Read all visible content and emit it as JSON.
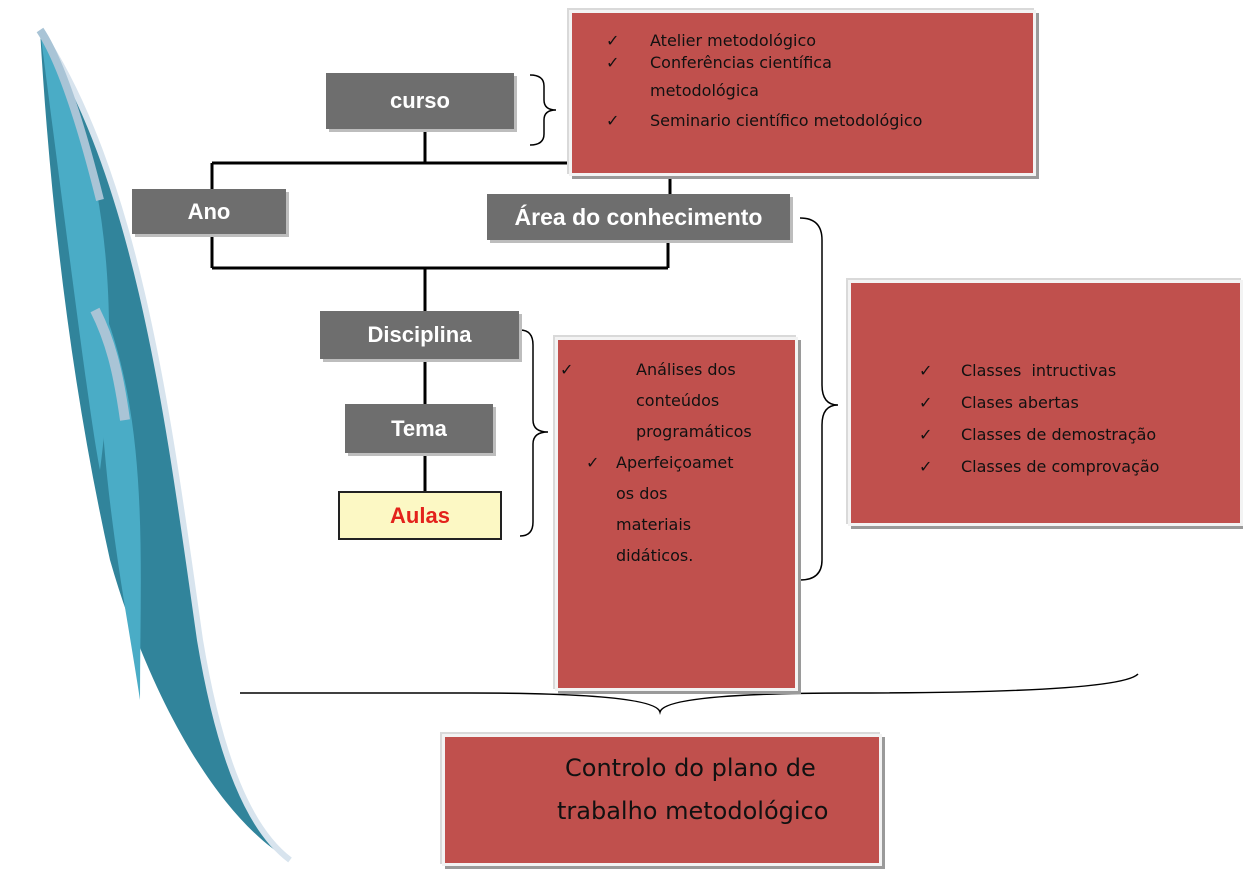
{
  "diagram": {
    "nodes": {
      "curso": "curso",
      "ano": "Ano",
      "area": "Área do conhecimento",
      "disciplina": "Disciplina",
      "tema": "Tema",
      "aulas": "Aulas"
    },
    "atelier_box": {
      "items": [
        "Atelier metodológico",
        "Conferências científica metodológica",
        "Seminario científico metodológico"
      ]
    },
    "analise_box": {
      "items": [
        "Análises dos conteúdos programáticos",
        "Aperfeiçoamet os dos materiais didáticos."
      ]
    },
    "classes_box": {
      "items": [
        "Classes  intructivas",
        "Clases abertas",
        "Classes de demostração",
        "Classes de comprovação"
      ]
    },
    "controlo_box": {
      "line1": "Controlo do plano de",
      "line2": "trabalho metodológico"
    },
    "checkmark": "✓",
    "colors": {
      "node_fill": "#6e6e6e",
      "aulas_fill": "#fcf8c4",
      "aulas_text": "#e3221b",
      "note_fill": "#c0504d",
      "ribbon_light": "#4aacc6",
      "ribbon_dark": "#31849b"
    }
  }
}
